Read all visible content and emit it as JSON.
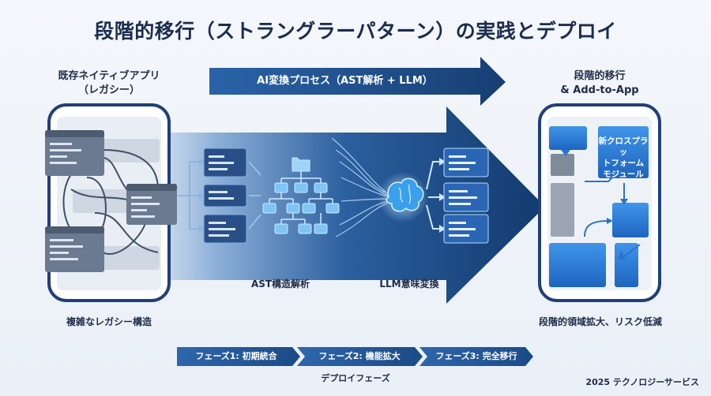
{
  "title": "段階的移行（ストラングラーパターン）の実践とデプロイ",
  "left": {
    "label_line1": "既存ネイティブアプリ",
    "label_line2": "（レガシー）",
    "caption": "複雑なレガシー構造"
  },
  "process": {
    "label": "AI変換プロセス（AST解析 + LLM）",
    "ast_caption": "AST構造解析",
    "llm_caption": "LLM意味変換"
  },
  "right": {
    "label_line1": "段階的移行",
    "label_line2": "& Add-to-App",
    "module_line1": "新クロスプラッ",
    "module_line2": "トフォーム",
    "module_line3": "モジュール",
    "caption": "段階的領域拡大、リスク低減"
  },
  "phases": {
    "items": [
      "フェーズ1: 初期統合",
      "フェーズ2: 機能拡大",
      "フェーズ3: 完全移行"
    ],
    "caption": "デプロイフェーズ"
  },
  "footer": "2025 テクノロジーサービス",
  "colors": {
    "primary": "#1f5aa8",
    "dark": "#123a6e",
    "accent": "#3b8ee6",
    "legacy": "#6b7a90"
  },
  "icons": [
    "code-window-icon",
    "folder-icon",
    "brain-icon",
    "tree-icon"
  ]
}
